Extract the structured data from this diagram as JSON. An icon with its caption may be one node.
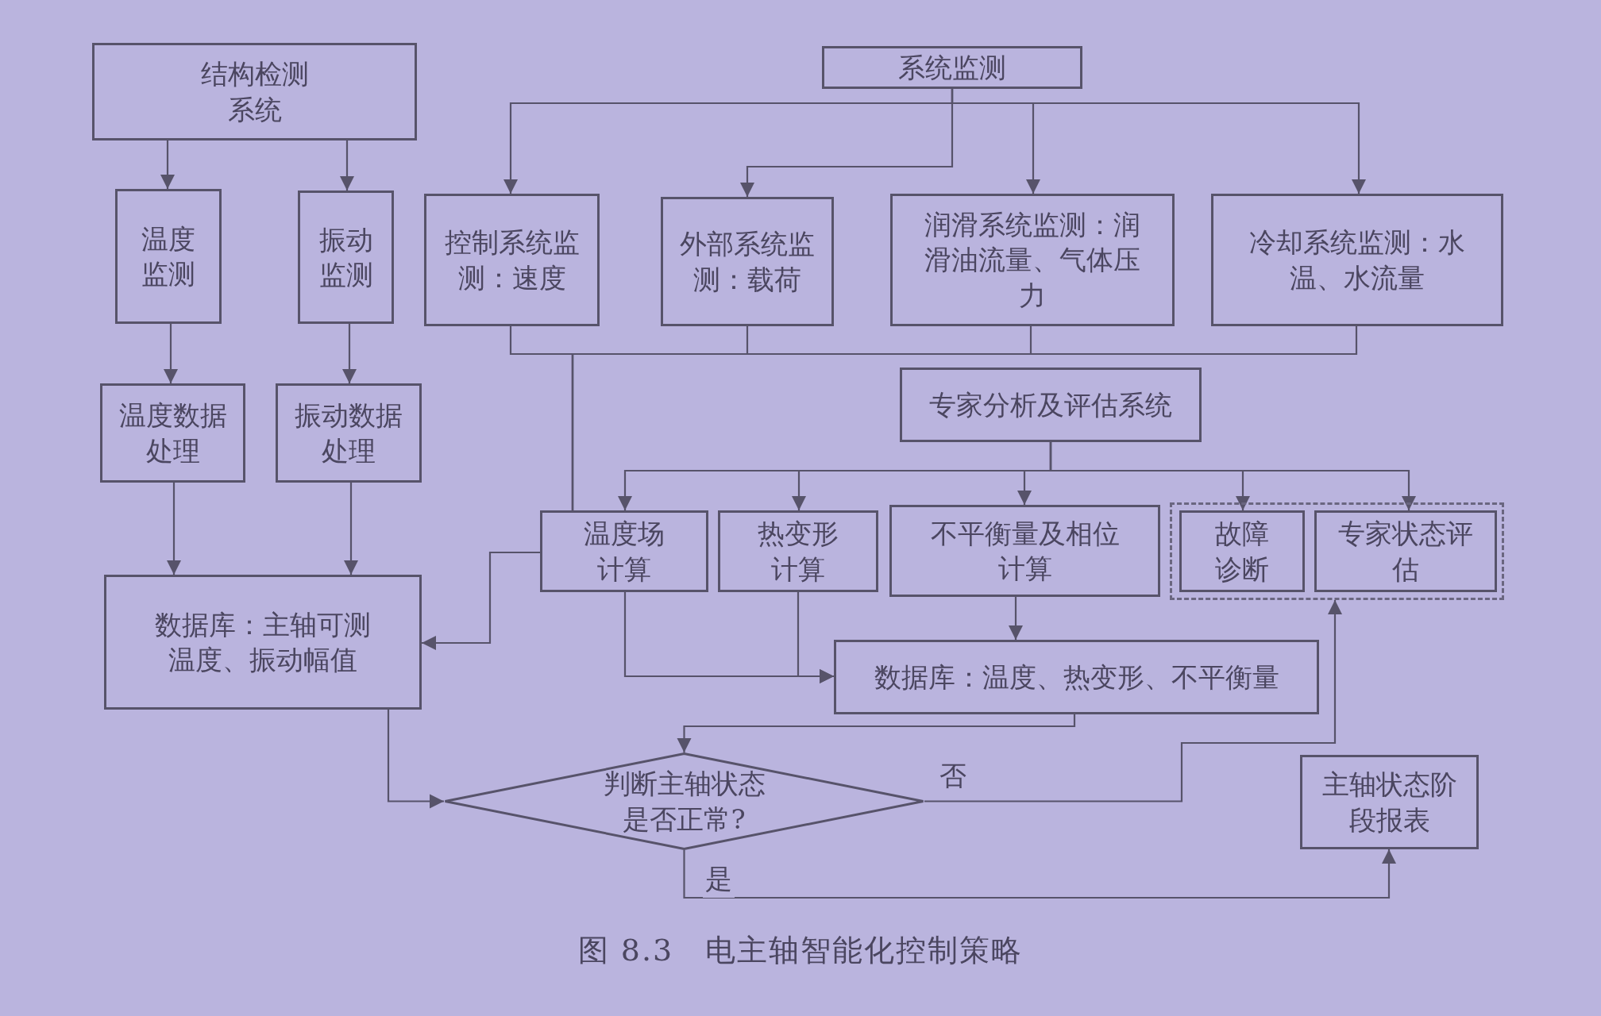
{
  "diagram": {
    "caption": "图 8.3　电主轴智能化控制策略",
    "nodes": [
      {
        "text": [
          "结构检测系统"
        ]
      },
      {
        "text": [
          "系统监测"
        ]
      },
      {
        "text": [
          "温度监测"
        ]
      },
      {
        "text": [
          "振动监测"
        ]
      },
      {
        "text": [
          "控制系统监测：速度"
        ]
      },
      {
        "text": [
          "外部系统监测：载荷"
        ]
      },
      {
        "text": [
          "润滑系统监测：润滑油流量、气体压力"
        ]
      },
      {
        "text": [
          "冷却系统监测：水温、水流量"
        ]
      },
      {
        "text": [
          "温度数据处理"
        ]
      },
      {
        "text": [
          "振动数据处理"
        ]
      },
      {
        "text": [
          "专家分析及评估系统"
        ]
      },
      {
        "text": [
          "温度场计算"
        ]
      },
      {
        "text": [
          "热变形计算"
        ]
      },
      {
        "text": [
          "不平衡量及相位计算"
        ]
      },
      {
        "text": [],
        "shape": "box"
      },
      {
        "text": [
          "故障诊断"
        ],
        "in": 14
      },
      {
        "text": [
          "专家状态评估"
        ],
        "in": 14
      },
      {
        "text": [
          "数据库：主轴可测温度、振动幅值"
        ]
      },
      {
        "text": [
          "数据库：温度、热变形、不平衡量"
        ]
      },
      {
        "text": [
          "判断主轴状态是否正常?"
        ]
      },
      {
        "text": [
          "主轴状态阶段报表"
        ]
      }
    ],
    "edges": [
      {
        "from": 0,
        "to": 2,
        "arrow": "to"
      },
      {
        "from": 0,
        "to": 3,
        "arrow": "to"
      },
      {
        "from": 1,
        "to": 4,
        "arrow": "to"
      },
      {
        "from": 1,
        "to": 5,
        "arrow": "to"
      },
      {
        "from": 1,
        "to": 6,
        "arrow": "to"
      },
      {
        "from": 1,
        "to": 7,
        "arrow": "to"
      },
      {
        "from": 2,
        "to": 8,
        "arrow": "to"
      },
      {
        "from": 3,
        "to": 9,
        "arrow": "to"
      },
      {
        "from": 4,
        "to": 11,
        "arrow": "none"
      },
      {
        "from": 5,
        "to": 11,
        "arrow": "none"
      },
      {
        "from": 6,
        "to": 11,
        "arrow": "none"
      },
      {
        "from": 7,
        "to": 11,
        "arrow": "none"
      },
      {
        "from": 8,
        "to": 17,
        "arrow": "to"
      },
      {
        "from": 9,
        "to": 17,
        "arrow": "to"
      },
      {
        "from": 10,
        "to": 11,
        "arrow": "to"
      },
      {
        "from": 10,
        "to": 12,
        "arrow": "to"
      },
      {
        "from": 10,
        "to": 13,
        "arrow": "to"
      },
      {
        "from": 10,
        "to": 15,
        "arrow": "to"
      },
      {
        "from": 10,
        "to": 16,
        "arrow": "to"
      },
      {
        "from": 11,
        "to": 17,
        "arrow": "to"
      },
      {
        "from": 11,
        "to": 18,
        "arrow": "to"
      },
      {
        "from": 12,
        "to": 18,
        "arrow": "to"
      },
      {
        "from": 13,
        "to": 18,
        "arrow": "to"
      },
      {
        "from": 18,
        "to": 19,
        "arrow": "to"
      },
      {
        "from": 17,
        "to": 19,
        "arrow": "to"
      },
      {
        "from": 19,
        "to": 14,
        "label": "否",
        "arrow": "to"
      },
      {
        "from": 19,
        "to": 20,
        "label": "是",
        "arrow": "to"
      }
    ]
  }
}
